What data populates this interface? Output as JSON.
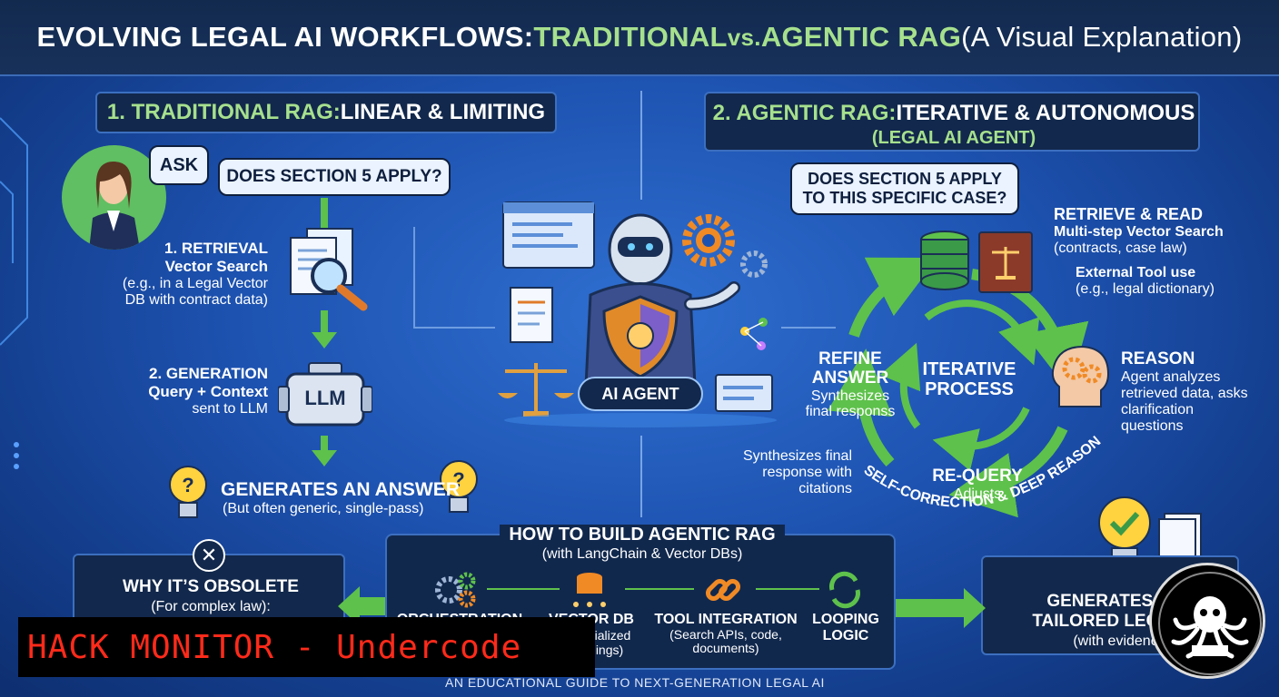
{
  "title": {
    "part1": "EVOLVING LEGAL AI WORKFLOWS: ",
    "part2": "TRADITIONAL",
    "part3": " vs. ",
    "part4": "AGENTIC RAG",
    "part5": " (A Visual Explanation)"
  },
  "traditional": {
    "header_num": "1. TRADITIONAL RAG: ",
    "header_rest": "LINEAR & LIMITING",
    "ask": "ASK",
    "question": "DOES SECTION 5 APPLY?",
    "step1_title": "1. RETRIEVAL",
    "step1_sub": "Vector Search",
    "step1_desc1": "(e.g., in a Legal Vector",
    "step1_desc2": "DB with contract data)",
    "step2_title": "2. GENERATION",
    "step2_sub": "Query + Context",
    "step2_desc": "sent to LLM",
    "llm": "LLM",
    "answer_title": "GENERATES AN ANSWER",
    "answer_desc": "(But often generic, single-pass)",
    "obsolete_title": "WHY IT’S OBSOLETE",
    "obsolete_desc": "(For complex law):"
  },
  "center": {
    "agent_label": "AI AGENT"
  },
  "agentic": {
    "header_num": "2. AGENTIC RAG: ",
    "header_rest": "ITERATIVE & AUTONOMOUS",
    "header_sub": "(LEGAL AI AGENT)",
    "question1": "DOES SECTION 5 APPLY",
    "question2": "TO THIS SPECIFIC CASE?",
    "retrieve_title": "RETRIEVE & READ",
    "retrieve_sub": "Multi-step Vector Search",
    "retrieve_desc": "(contracts, case law)",
    "tool_title": "External Tool use",
    "tool_desc": "(e.g., legal dictionary)",
    "reason_title": "REASON",
    "reason_desc1": "Agent analyzes",
    "reason_desc2": "retrieved data, asks",
    "reason_desc3": "clarification",
    "reason_desc4": "questions",
    "iter1": "ITERATIVE",
    "iter2": "PROCESS",
    "refine1": "REFINE",
    "refine2": "ANSWER",
    "refine_desc1": "Synthesizes",
    "refine_desc2": "final responss",
    "requery_title": "RE-QUERY",
    "requery_desc": "Adjusts",
    "synth1": "Synthesizes final",
    "synth2": "response with",
    "synth3": "citations",
    "arc_text": "SELF-CORRECTION & DEEP REASONING",
    "final1": "GENERATES A F",
    "final2": "TAILORED LEGAL A",
    "final_desc": "(with evidenc"
  },
  "build": {
    "title": "HOW TO BUILD AGENTIC RAG",
    "subtitle": "(with LangChain & Vector DBs)",
    "step1": "ORCHESTRATION",
    "step2_title": "VECTOR DB",
    "step2_desc1": "cialized",
    "step2_desc2": "ings)",
    "step3_title": "TOOL INTEGRATION",
    "step3_desc1": "(Search APIs, code,",
    "step3_desc2": "documents)",
    "step4_1": "LOOPING",
    "step4_2": "LOGIC"
  },
  "footer": "AN EDUCATIONAL GUIDE TO NEXT-GENERATION LEGAL AI",
  "watermark": "HACK MONITOR - Undercode",
  "colors": {
    "accent_green": "#a6e08d",
    "arrow_green": "#5ec14b",
    "panel": "#12284c",
    "watermark_red": "#ff2a1a"
  }
}
